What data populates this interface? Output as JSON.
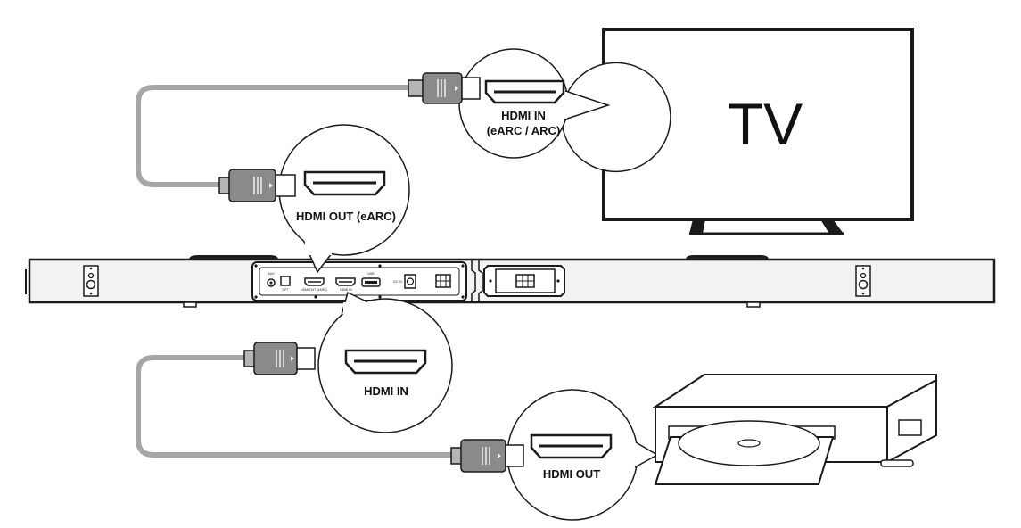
{
  "tv": {
    "label": "TV"
  },
  "ports": {
    "tv_port": {
      "line1": "HDMI IN",
      "line2": "(eARC / ARC)"
    },
    "soundbar_out": {
      "label": "HDMI OUT (eARC)"
    },
    "soundbar_in": {
      "label": "HDMI IN"
    },
    "player_out": {
      "label": "HDMI OUT"
    }
  },
  "soundbar_panel": {
    "aux": "AUX",
    "opt": "OPT",
    "hdmi_out": "HDMI OUT (eARC)",
    "hdmi_in": "HDMI IN",
    "usb": "USB",
    "dc_in": "DC IN"
  },
  "colors": {
    "cable": "#a6a6a6",
    "plug_body": "#8a8a8a",
    "outline": "#1a1a1a",
    "soundbar": "#f2f2f2"
  }
}
